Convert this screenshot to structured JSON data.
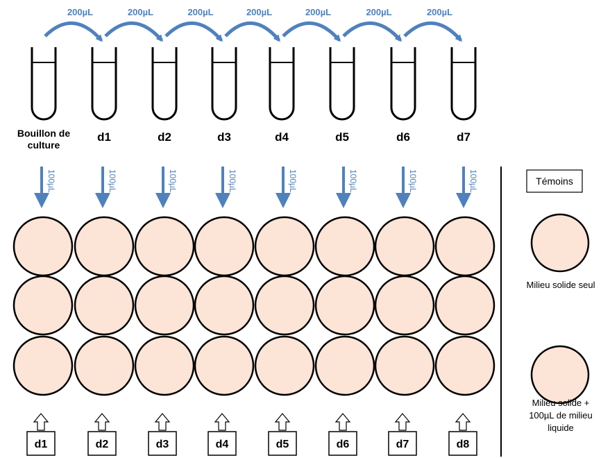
{
  "source_label": [
    "Bouillon de",
    "culture"
  ],
  "tubes": [
    "d1",
    "d2",
    "d3",
    "d4",
    "d5",
    "d6",
    "d7"
  ],
  "transfer_volume": "200µL",
  "plating_volume": "100µL",
  "plate_columns": [
    "d1",
    "d2",
    "d3",
    "d4",
    "d5",
    "d6",
    "d7",
    "d8"
  ],
  "plate_rows": 3,
  "controls": {
    "title": "Témoins",
    "items": [
      {
        "label": [
          "Milieu solide seul"
        ]
      },
      {
        "label": [
          "Milieu solide +",
          "100µL de milieu",
          "liquide"
        ]
      }
    ]
  },
  "colors": {
    "arrow_blue": "#4f81bd",
    "well_fill": "#fce4d6",
    "outline": "#000000"
  }
}
